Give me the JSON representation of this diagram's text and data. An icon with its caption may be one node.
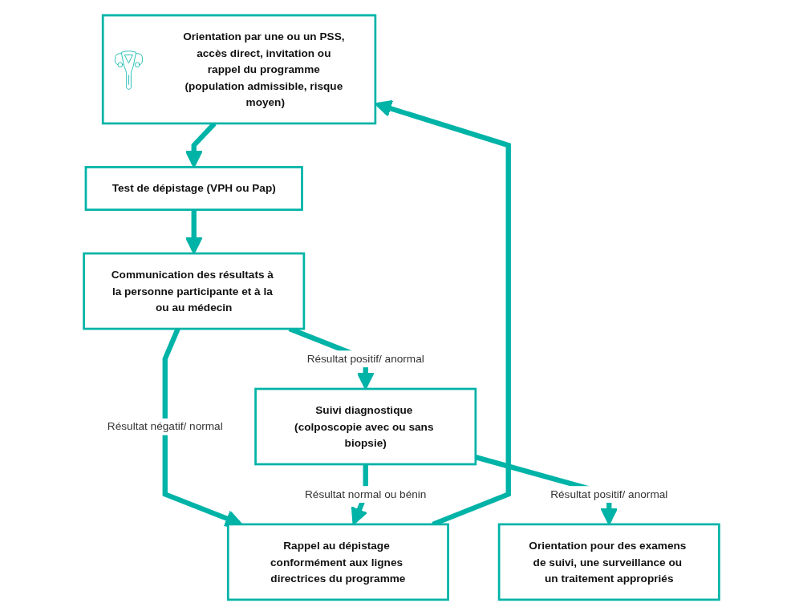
{
  "diagram": {
    "nodes": [
      {
        "text": [
          "Orientation par une ou un PSS, accès direct, invitation ou rappel du programme (population admissible, risque moyen)"
        ]
      },
      {
        "text": [
          "Test de dépistage (VPH ou Pap)"
        ]
      },
      {
        "text": [
          "Communication des résultats à la personne participante et à la ou au médecin"
        ]
      },
      {
        "text": [
          "Rappel au dépistage conformément aux lignes directrices du programme"
        ]
      },
      {
        "text": [
          "Suivi diagnostique (colposcopie avec ou sans biopsie)"
        ]
      },
      {
        "text": [
          "Orientation pour des examens de suivi, une surveillance ou un traitement appropriés"
        ]
      }
    ],
    "edges": [
      {
        "from": 0,
        "to": 1,
        "arrow": "to"
      },
      {
        "from": 1,
        "to": 2,
        "arrow": "to"
      },
      {
        "from": 2,
        "to": 3,
        "arrow": "to",
        "label": "Résultat négatif/ normal"
      },
      {
        "from": 3,
        "to": 0,
        "arrow": "to"
      },
      {
        "from": 2,
        "to": 4,
        "arrow": "to",
        "label": "Résultat positif/ anormal"
      },
      {
        "from": 4,
        "to": 3,
        "arrow": "to",
        "label": "Résultat normal ou bénin"
      },
      {
        "from": 4,
        "to": 5,
        "arrow": "to",
        "label": "Résultat positif/ anormal"
      }
    ]
  }
}
